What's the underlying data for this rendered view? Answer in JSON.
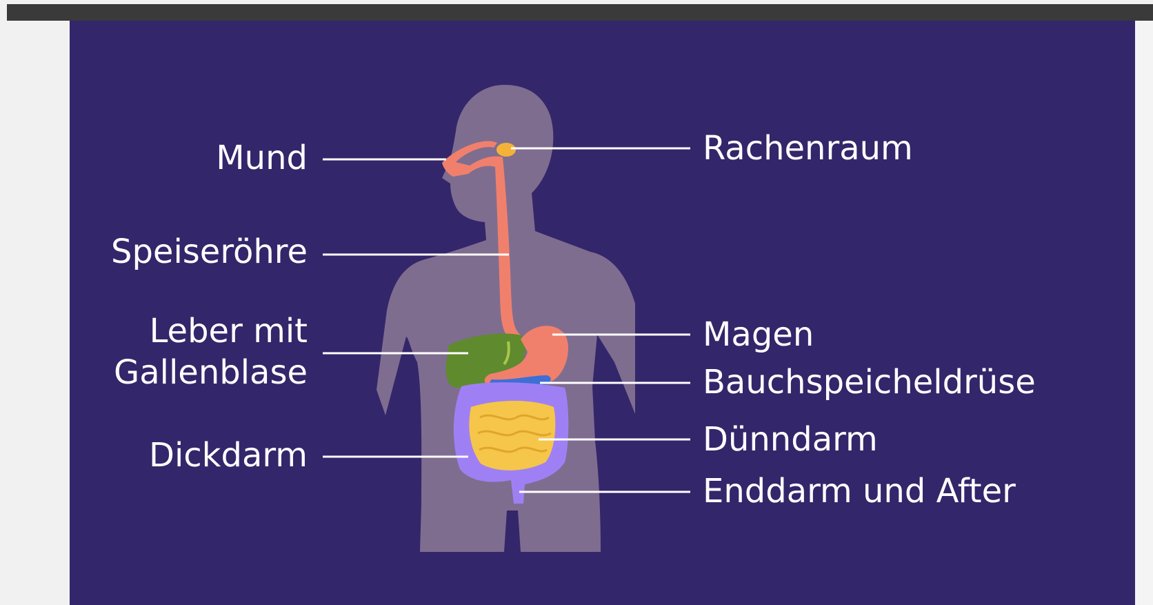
{
  "diagram": {
    "left_labels": {
      "mund": "Mund",
      "speiseroehre": "Speiseröhre",
      "leber": "Leber mit\nGallenblase",
      "dickdarm": "Dickdarm"
    },
    "right_labels": {
      "rachenraum": "Rachenraum",
      "magen": "Magen",
      "bauchspeicheldruese": "Bauchspeicheldrüse",
      "duenndarm": "Dünndarm",
      "enddarm": "Enddarm und After"
    },
    "colors": {
      "background": "#34266a",
      "body": "#7f6d90",
      "digestive_tract": "#f0806c",
      "pharynx": "#f4b338",
      "liver": "#5f8a2e",
      "pancreas": "#3d6fd6",
      "large_intestine": "#9f80f4",
      "small_intestine": "#f5c64a",
      "leader_lines": "#ffffff",
      "text": "#ffffff"
    }
  }
}
